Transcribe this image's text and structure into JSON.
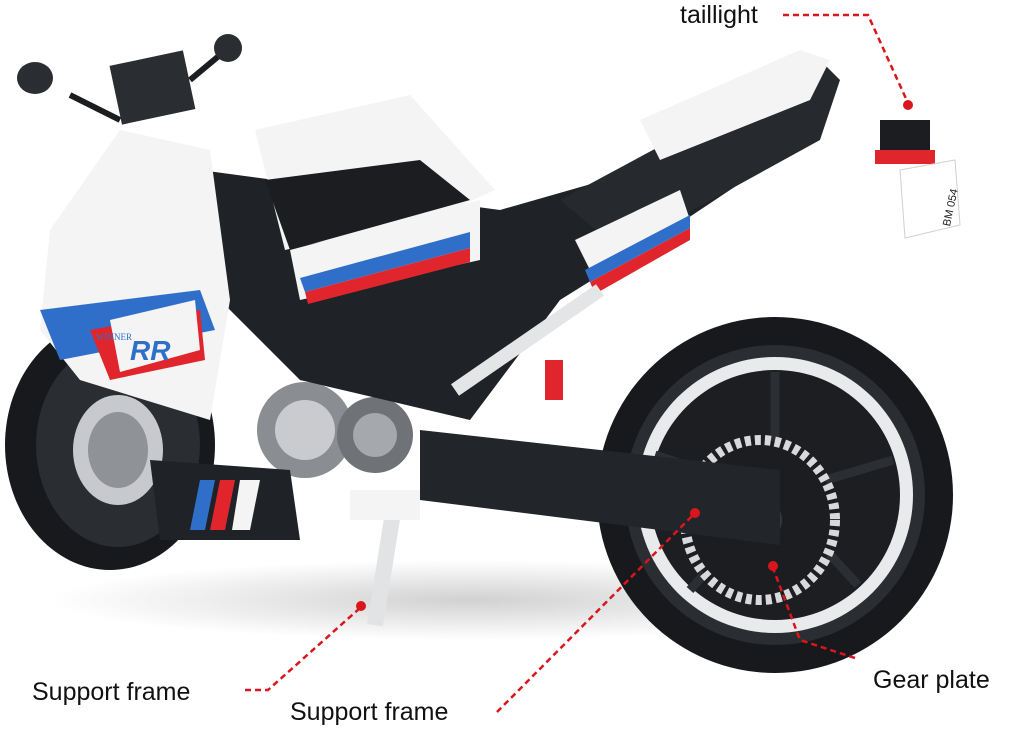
{
  "labels": {
    "taillight": "taillight",
    "support_frame_1": "Support frame",
    "support_frame_2": "Support frame",
    "gear_plate": "Gear plate"
  },
  "model_text": {
    "side_badge": "RR",
    "fairing_badge": "WINNER",
    "plate": "BM 054"
  },
  "colors": {
    "callout": "#d9161c",
    "frame": "#1f2226",
    "white_panel": "#f4f4f4",
    "blue": "#2f6fc9",
    "red": "#e0262c",
    "tire": "#17191c"
  }
}
